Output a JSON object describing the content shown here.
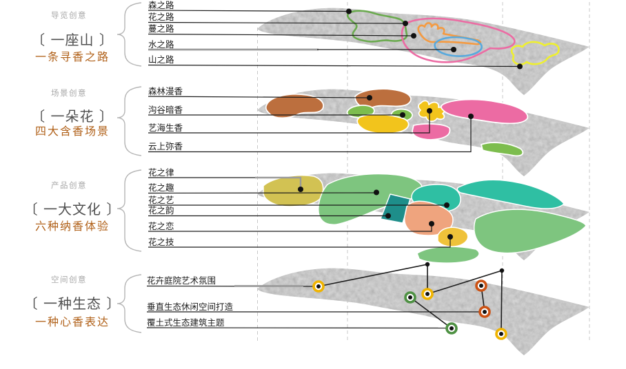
{
  "poster": {
    "sections": [
      {
        "category": "导览创意",
        "title": "〔 一座山 〕",
        "subtitle": "一条寻香之路",
        "items": [
          {
            "label": "森之路",
            "color": "#6aaa4e"
          },
          {
            "label": "花之路",
            "color": "#ec6ba3"
          },
          {
            "label": "蔓之路",
            "color": "#f59a40"
          },
          {
            "label": "水之路",
            "color": "#58a9dd"
          },
          {
            "label": "山之路",
            "color": "#eff02e"
          }
        ]
      },
      {
        "category": "场景创意",
        "title": "〔 一朵花 〕",
        "subtitle": "四大含香场景",
        "items": [
          {
            "label": "森林漫香",
            "color": "#bc6f3e"
          },
          {
            "label": "沟谷暗香",
            "color": "#7dbd4e"
          },
          {
            "label": "艺海生香",
            "color": "#f2c41c"
          },
          {
            "label": "云上弥香",
            "color": "#ec6ba3"
          }
        ]
      },
      {
        "category": "产品创意",
        "title": "〔 一大文化 〕",
        "subtitle": "六种纳香体验",
        "items": [
          {
            "label": "花之律",
            "color": "#d2c253"
          },
          {
            "label": "花之趣",
            "color": "#7ec57f"
          },
          {
            "label": "花之艺",
            "color": "#2fbfa3"
          },
          {
            "label": "花之韵",
            "color": "#1e8e8a"
          },
          {
            "label": "花之恋",
            "color": "#efa47e"
          },
          {
            "label": "花之技",
            "color": "#efc23a"
          }
        ]
      },
      {
        "category": "空间创意",
        "title": "〔 一种生态 〕",
        "subtitle": "一种心香表达",
        "items": [
          {
            "label": "花卉庭院艺术氛围",
            "color": "#f0b400",
            "marker_count": 3
          },
          {
            "label": "垂直生态休闲空间打造",
            "color": "#cc5214",
            "marker_count": 2
          },
          {
            "label": "覆土式生态建筑主题",
            "color": "#4e9143",
            "marker_count": 2
          }
        ]
      }
    ],
    "style_colors": {
      "category_text": "#a8a8a8",
      "title_text": "#4f4f4f",
      "subtitle_text": "#b06018",
      "leader_line": "#1a1a1a",
      "terrain_gray": "#d8d8d8",
      "grid_dash": "#c8c8c8"
    }
  }
}
